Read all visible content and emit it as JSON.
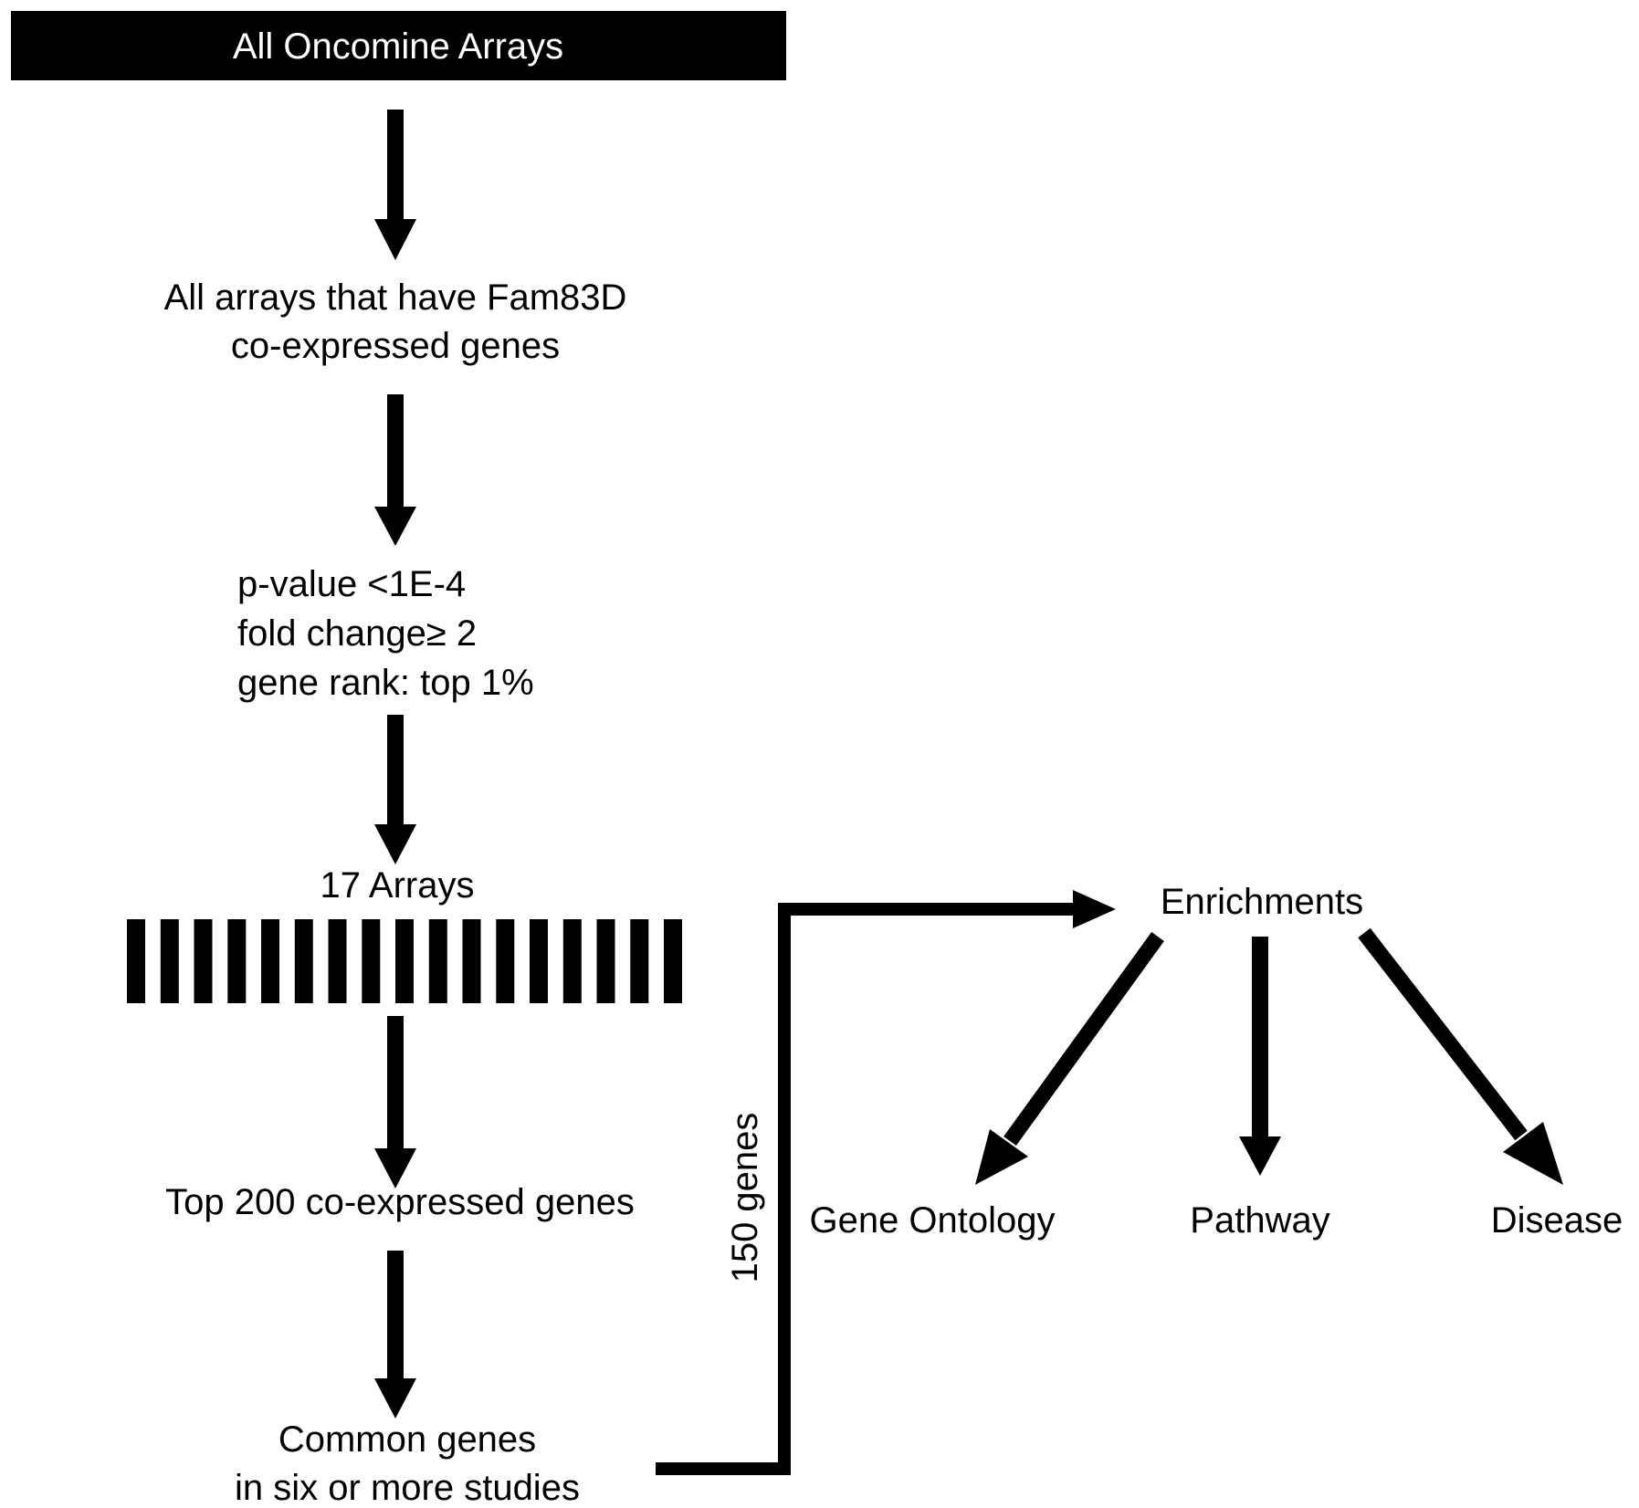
{
  "header": {
    "title": "All Oncomine Arrays"
  },
  "steps": {
    "arrays_with_gene": [
      "All arrays that have Fam83D",
      "co-expressed genes"
    ],
    "criteria": [
      "p-value <1E-4",
      "fold change≥ 2",
      "gene rank: top 1%"
    ],
    "array_count": "17 Arrays",
    "top_genes": "Top 200 co-expressed genes",
    "common_genes": [
      "Common genes",
      "in six or more studies"
    ]
  },
  "connector": {
    "gene_count_label": "150 genes"
  },
  "enrichments": {
    "title": "Enrichments",
    "categories": [
      "Gene Ontology",
      "Pathway",
      "Disease"
    ]
  },
  "array_bars": {
    "count": 17
  },
  "colors": {
    "ink": "#000000",
    "background": "#ffffff",
    "header_text": "#ffffff"
  }
}
